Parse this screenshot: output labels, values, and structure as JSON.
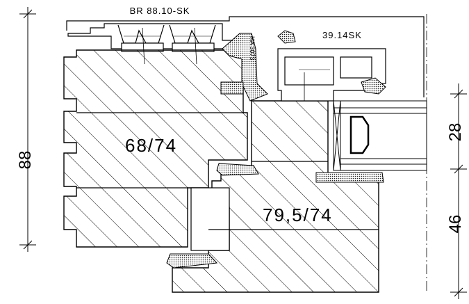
{
  "labels": {
    "top_profile": "BR 88.10-SK",
    "right_profile": "39.14SK",
    "gasket": "HA 3073",
    "frame_section": "68/74",
    "sash_section": "79,5/74"
  },
  "dimensions": {
    "overall_height": "88",
    "glass_rebate_upper": "28",
    "glass_rebate_lower": "46"
  },
  "colors": {
    "line": "#000000",
    "background": "#ffffff",
    "gasket_fill": "#2a2a2a"
  }
}
